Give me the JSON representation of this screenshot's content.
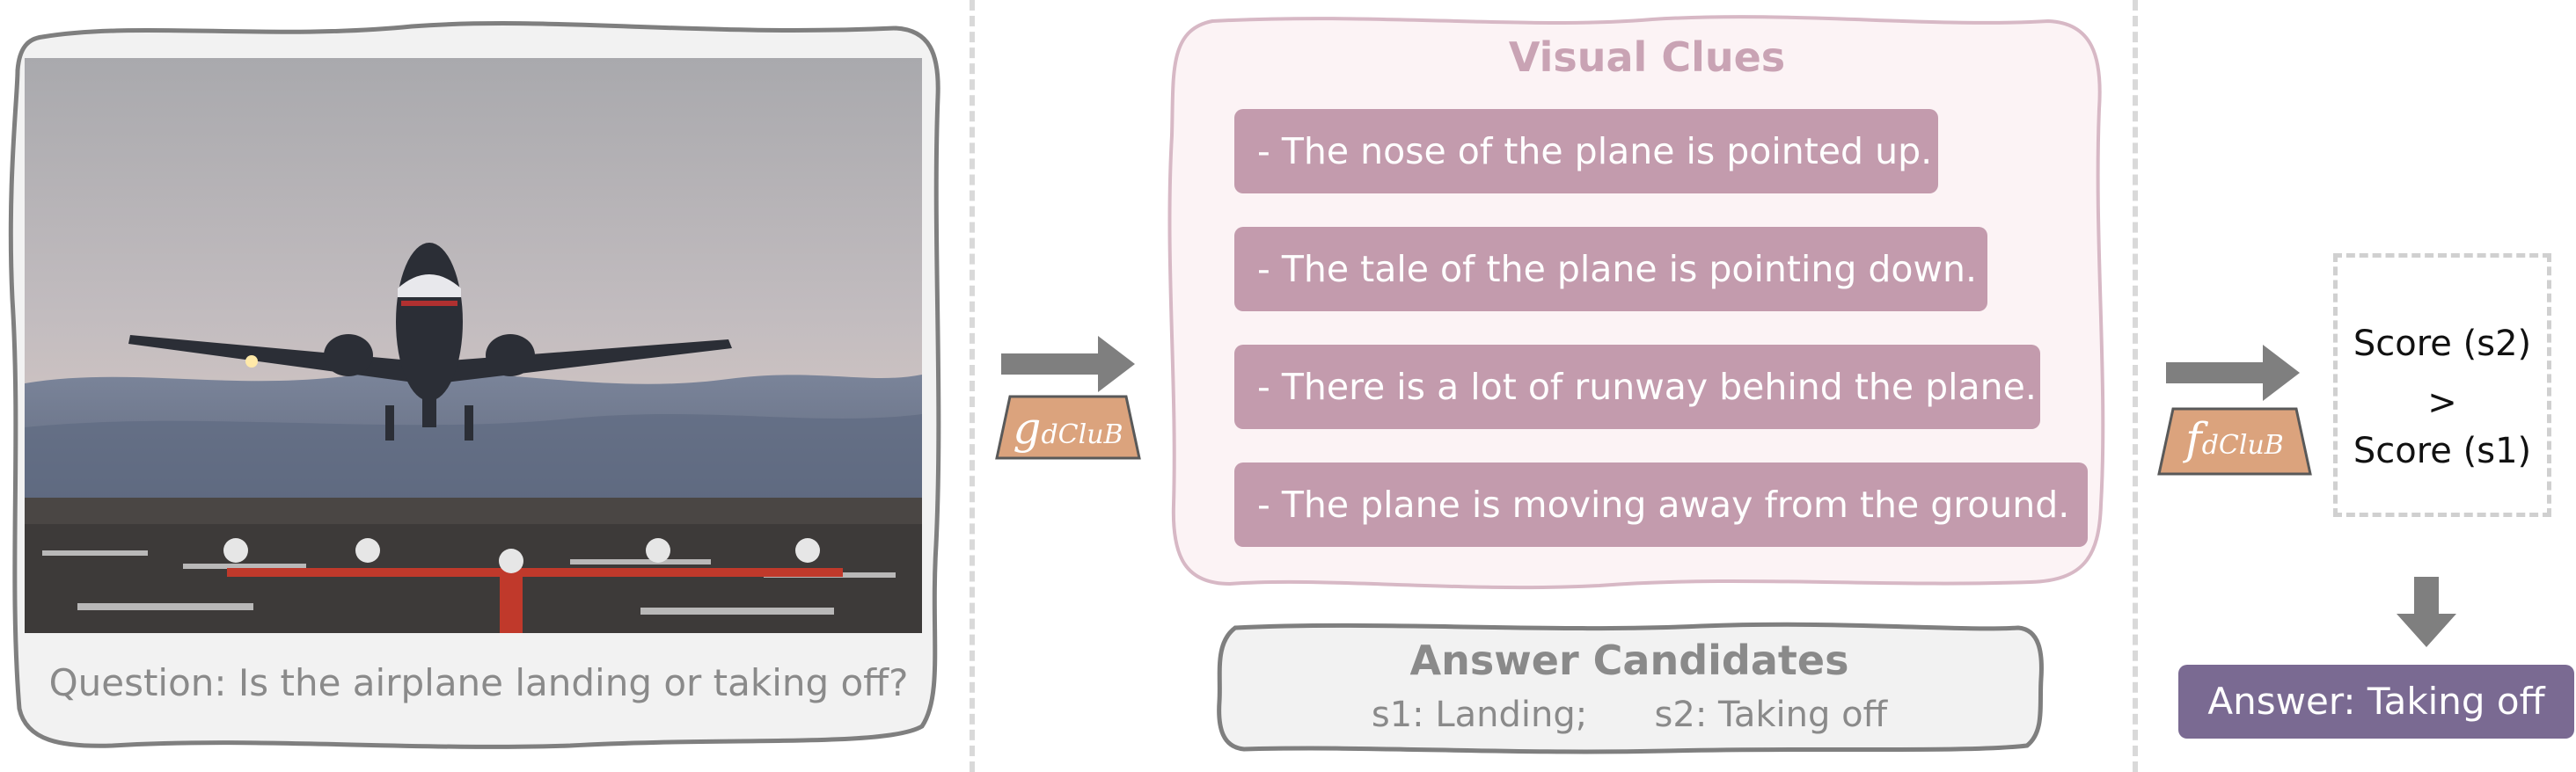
{
  "question": "Question: Is the airplane landing or taking off?",
  "functions": {
    "g": {
      "symbol": "g",
      "subscript": "dCluB"
    },
    "f": {
      "symbol": "f",
      "subscript": "dCluB"
    }
  },
  "visual_clues": {
    "title": "Visual Clues",
    "items": [
      "- The nose of the plane is pointed up.",
      "- The tale of the plane is pointing down.",
      "- There is a lot of runway behind the plane.",
      "- The plane is moving away from the ground."
    ]
  },
  "answer_candidates": {
    "title": "Answer Candidates",
    "s1": "s1: Landing;",
    "s2": "s2: Taking off"
  },
  "scores": {
    "top": "Score (s2)",
    "comparator": ">",
    "bottom": "Score (s1)"
  },
  "answer": "Answer: Taking off",
  "colors": {
    "clue_fill": "#c39bad",
    "clue_panel_fill": "#fcf3f5",
    "clue_panel_stroke": "#d7b8c5",
    "function_box": "#dba37d",
    "arrow": "#7f7f7f",
    "answer_fill": "#7a6a92"
  }
}
